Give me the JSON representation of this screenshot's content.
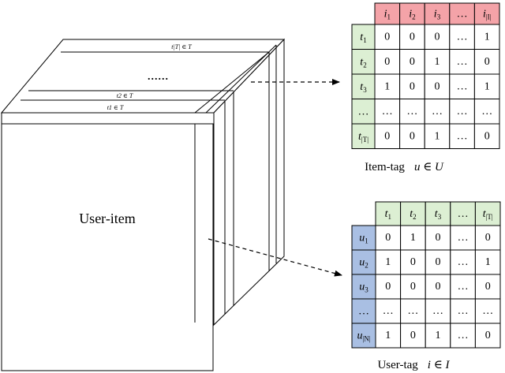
{
  "cube": {
    "front_label": "User-item",
    "slice_labels": {
      "t_last": "t|T| ∈ T",
      "t2": "t2 ∈ T",
      "t1": "t1 ∈ T"
    },
    "ellipsis": "......"
  },
  "item_tag": {
    "caption_main": "Item-tag",
    "caption_set": "u ∈ U",
    "col_headers": [
      {
        "base": "i",
        "sub": "1"
      },
      {
        "base": "i",
        "sub": "2"
      },
      {
        "base": "i",
        "sub": "3"
      },
      {
        "base": "…",
        "sub": ""
      },
      {
        "base": "i",
        "sub": "|I|"
      }
    ],
    "row_headers": [
      {
        "base": "t",
        "sub": "1"
      },
      {
        "base": "t",
        "sub": "2"
      },
      {
        "base": "t",
        "sub": "3"
      },
      {
        "base": "…",
        "sub": ""
      },
      {
        "base": "t",
        "sub": "|T|"
      }
    ],
    "cells": [
      [
        "0",
        "0",
        "0",
        "…",
        "1"
      ],
      [
        "0",
        "0",
        "1",
        "…",
        "0"
      ],
      [
        "1",
        "0",
        "0",
        "…",
        "1"
      ],
      [
        "…",
        "…",
        "…",
        "…",
        "…"
      ],
      [
        "0",
        "0",
        "1",
        "…",
        "0"
      ]
    ],
    "header_color": "#f4a3a8",
    "row_header_color": "#dcefd3"
  },
  "user_tag": {
    "caption_main": "User-tag",
    "caption_set": "i ∈ I",
    "col_headers": [
      {
        "base": "t",
        "sub": "1"
      },
      {
        "base": "t",
        "sub": "2"
      },
      {
        "base": "t",
        "sub": "3"
      },
      {
        "base": "…",
        "sub": ""
      },
      {
        "base": "t",
        "sub": "|T|"
      }
    ],
    "row_headers": [
      {
        "base": "u",
        "sub": "1"
      },
      {
        "base": "u",
        "sub": "2"
      },
      {
        "base": "u",
        "sub": "3"
      },
      {
        "base": "…",
        "sub": ""
      },
      {
        "base": "u",
        "sub": "|N|"
      }
    ],
    "cells": [
      [
        "0",
        "1",
        "0",
        "…",
        "0"
      ],
      [
        "1",
        "0",
        "0",
        "…",
        "1"
      ],
      [
        "0",
        "0",
        "0",
        "…",
        "0"
      ],
      [
        "…",
        "…",
        "…",
        "…",
        "…"
      ],
      [
        "1",
        "0",
        "1",
        "…",
        "0"
      ]
    ],
    "header_color": "#dcefd3",
    "row_header_color": "#a9bfe3"
  }
}
